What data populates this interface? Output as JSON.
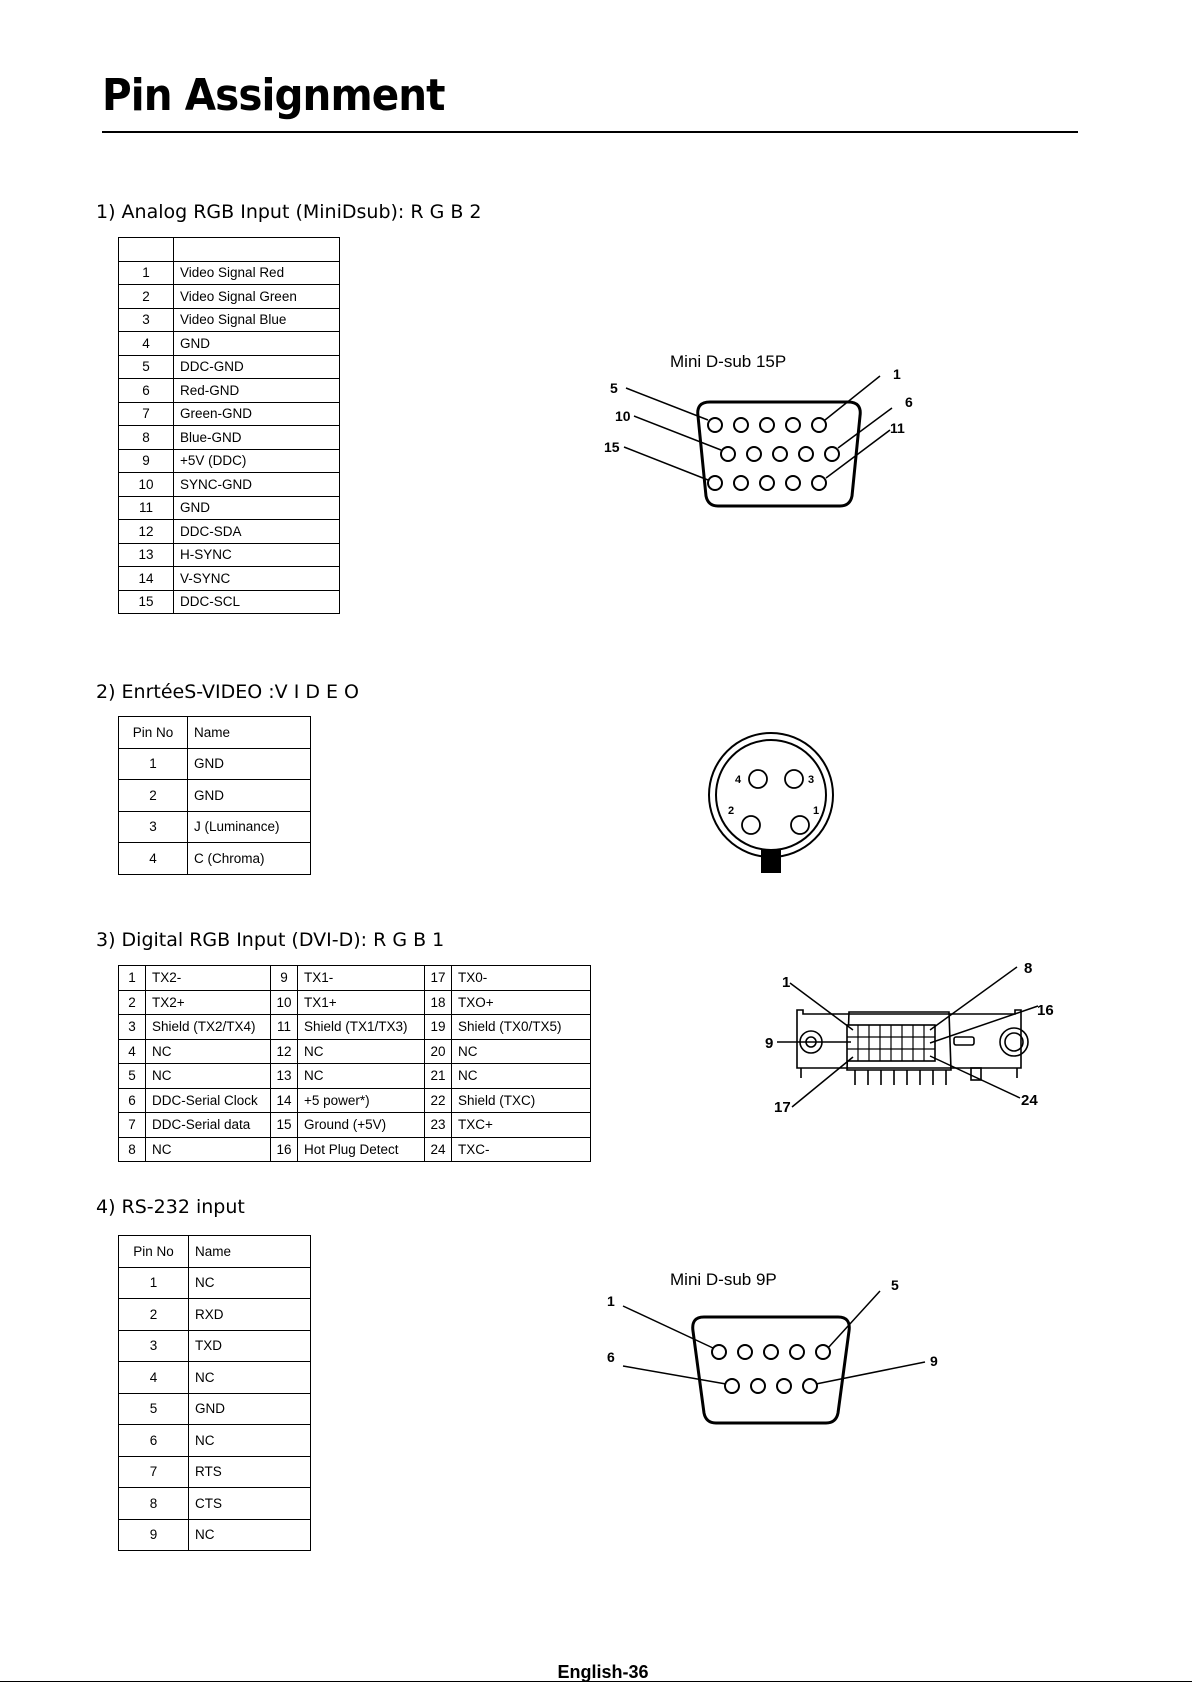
{
  "page": {
    "title": "Pin Assignment",
    "footer": "English-36"
  },
  "sections": {
    "rgb2": {
      "heading": "1) Analog RGB Input (MiniDsub): R G B 2",
      "header": [
        "",
        ""
      ],
      "rows": [
        [
          "1",
          "Video Signal Red"
        ],
        [
          "2",
          "Video Signal Green"
        ],
        [
          "3",
          "Video Signal Blue"
        ],
        [
          "4",
          "GND"
        ],
        [
          "5",
          "DDC-GND"
        ],
        [
          "6",
          "Red-GND"
        ],
        [
          "7",
          "Green-GND"
        ],
        [
          "8",
          "Blue-GND"
        ],
        [
          "9",
          "+5V (DDC)"
        ],
        [
          "10",
          "SYNC-GND"
        ],
        [
          "11",
          "GND"
        ],
        [
          "12",
          "DDC-SDA"
        ],
        [
          "13",
          "H-SYNC"
        ],
        [
          "14",
          "V-SYNC"
        ],
        [
          "15",
          "DDC-SCL"
        ]
      ],
      "connector_label": "Mini D-sub 15P",
      "callouts": [
        "1",
        "6",
        "11",
        "5",
        "10",
        "15"
      ]
    },
    "svideo": {
      "heading": "2) EnrtéeS-VIDEO :V I D E O",
      "header": [
        "Pin No",
        "Name"
      ],
      "rows": [
        [
          "1",
          "GND"
        ],
        [
          "2",
          "GND"
        ],
        [
          "3",
          "J (Luminance)"
        ],
        [
          "4",
          "C (Chroma)"
        ]
      ],
      "pin_labels": [
        "4",
        "3",
        "2",
        "1"
      ]
    },
    "dvi": {
      "heading": "3) Digital RGB Input (DVI-D): R G B 1",
      "rows": [
        [
          "1",
          "TX2-",
          "9",
          "TX1-",
          "17",
          "TX0-"
        ],
        [
          "2",
          "TX2+",
          "10",
          "TX1+",
          "18",
          "TXO+"
        ],
        [
          "3",
          "Shield (TX2/TX4)",
          "11",
          "Shield (TX1/TX3)",
          "19",
          "Shield (TX0/TX5)"
        ],
        [
          "4",
          "NC",
          "12",
          "NC",
          "20",
          "NC"
        ],
        [
          "5",
          "NC",
          "13",
          "NC",
          "21",
          "NC"
        ],
        [
          "6",
          "DDC-Serial Clock",
          "14",
          "+5 power*)",
          "22",
          "Shield (TXC)"
        ],
        [
          "7",
          "DDC-Serial data",
          "15",
          "Ground (+5V)",
          "23",
          "TXC+"
        ],
        [
          "8",
          "NC",
          "16",
          "Hot Plug Detect",
          "24",
          "TXC-"
        ]
      ],
      "callouts": [
        "1",
        "8",
        "16",
        "9",
        "17",
        "24"
      ]
    },
    "rs232": {
      "heading": "4) RS-232 input",
      "header": [
        "Pin No",
        "Name"
      ],
      "rows": [
        [
          "1",
          "NC"
        ],
        [
          "2",
          "RXD"
        ],
        [
          "3",
          "TXD"
        ],
        [
          "4",
          "NC"
        ],
        [
          "5",
          "GND"
        ],
        [
          "6",
          "NC"
        ],
        [
          "7",
          "RTS"
        ],
        [
          "8",
          "CTS"
        ],
        [
          "9",
          "NC"
        ]
      ],
      "connector_label": "Mini D-sub 9P",
      "callouts": [
        "1",
        "5",
        "6",
        "9"
      ]
    }
  }
}
